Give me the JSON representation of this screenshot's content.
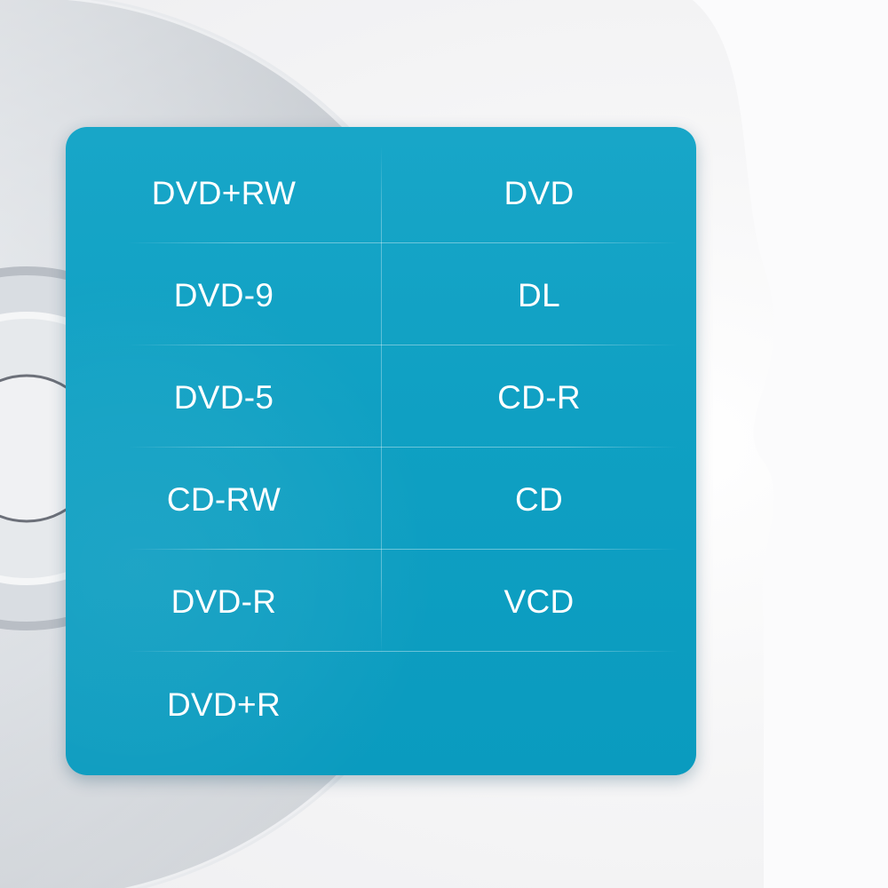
{
  "colors": {
    "panel": "#0fa0c3",
    "text": "#ffffff",
    "background": "#f4f4f5",
    "disc": "#cfd3d8"
  },
  "formats": {
    "left": [
      "DVD+RW",
      "DVD-9",
      "DVD-5",
      "CD-RW",
      "DVD-R",
      "DVD+R"
    ],
    "right": [
      "DVD",
      "DL",
      "CD-R",
      "CD",
      "VCD"
    ]
  }
}
